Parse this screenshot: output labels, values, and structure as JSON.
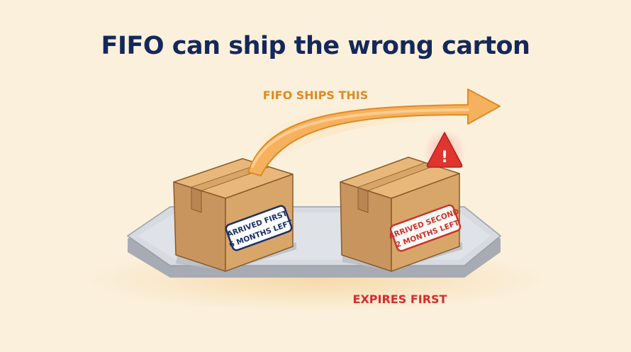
{
  "title": "FIFO can ship the wrong carton",
  "arrow_label": "FIFO SHIPS THIS",
  "bottom_label": "EXPIRES FIRST",
  "boxes": [
    {
      "line1": "ARRIVED FIRST",
      "line2": "6 MONTHS LEFT"
    },
    {
      "line1": "ARRIVED SECOND",
      "line2": "2 MONTHS LEFT"
    }
  ],
  "warning_symbol": "!",
  "icons": {
    "warning": "warning-triangle-icon"
  },
  "colors": {
    "background": "#fbf0dc",
    "title": "#14285a",
    "arrow": "#f3ad55",
    "arrow_label": "#e08a1f",
    "warning": "#d42d2d",
    "box_face": "#c8955e"
  }
}
